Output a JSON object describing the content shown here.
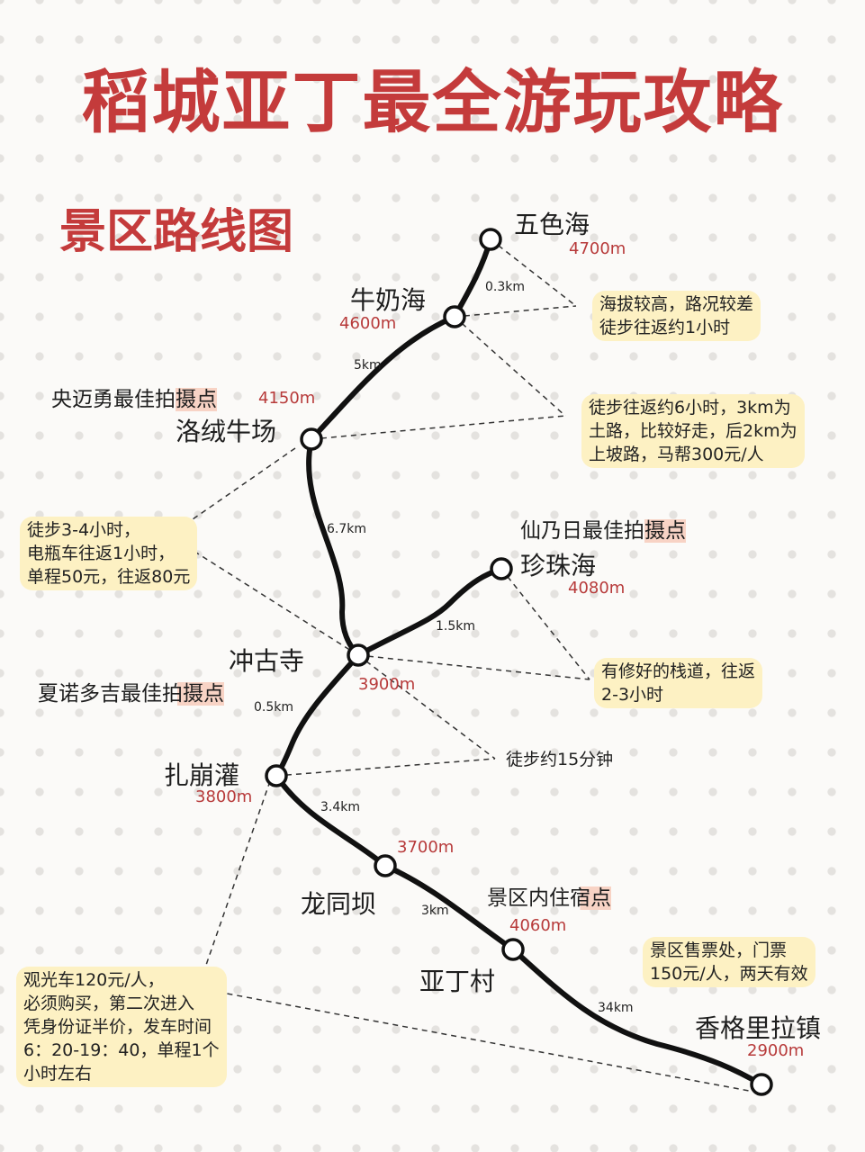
{
  "title": "稻城亚丁最全游玩攻略",
  "subtitle": "景区路线图",
  "stops": [
    {
      "id": "wuse",
      "name": "五色海",
      "alt": "4700m"
    },
    {
      "id": "niunai",
      "name": "牛奶海",
      "alt": "4600m"
    },
    {
      "id": "luorong",
      "name": "洛绒牛场",
      "alt": "4150m",
      "photo": "央迈勇最佳拍摄点"
    },
    {
      "id": "zhenzhu",
      "name": "珍珠海",
      "alt": "4080m",
      "photo": "仙乃日最佳拍摄点"
    },
    {
      "id": "chonggu",
      "name": "冲古寺",
      "alt": "3900m",
      "photo": "夏诺多吉最佳拍摄点"
    },
    {
      "id": "zhabeng",
      "name": "扎崩灌",
      "alt": "3800m"
    },
    {
      "id": "longtong",
      "name": "龙同坝",
      "alt": "3700m"
    },
    {
      "id": "yading",
      "name": "亚丁村",
      "alt": "4060m",
      "photo": "景区内住宿点"
    },
    {
      "id": "xianggelila",
      "name": "香格里拉镇",
      "alt": "2900m"
    }
  ],
  "distances": [
    "0.3km",
    "5km",
    "6.7km",
    "1.5km",
    "0.5km",
    "3.4km",
    "3km",
    "34km"
  ],
  "notes": {
    "wuse": [
      "海拔较高，路况较差",
      "徒步往返约1小时"
    ],
    "niunai": [
      "徒步往返约6小时，3km为",
      "土路，比较好走，后2km为",
      "上坡路，马帮300元/人"
    ],
    "luorong": [
      "徒步3-4小时，",
      "电瓶车往返1小时，",
      "单程50元，往返80元"
    ],
    "zhenzhu": [
      "有修好的栈道，往返",
      "2-3小时"
    ],
    "chonggu": [
      "徒步约15分钟"
    ],
    "ticket": [
      "景区售票处，门票",
      "150元/人，两天有效"
    ],
    "bus": [
      "观光车120元/人，",
      "必须购买，第二次进入",
      "凭身份证半价，发车时间",
      "6：20-19：40，单程1个",
      "小时左右"
    ]
  },
  "colors": {
    "title": "#c43b3b",
    "altitude": "#b73a3a",
    "highlight": "#fdf1c3",
    "route": "#111111"
  }
}
